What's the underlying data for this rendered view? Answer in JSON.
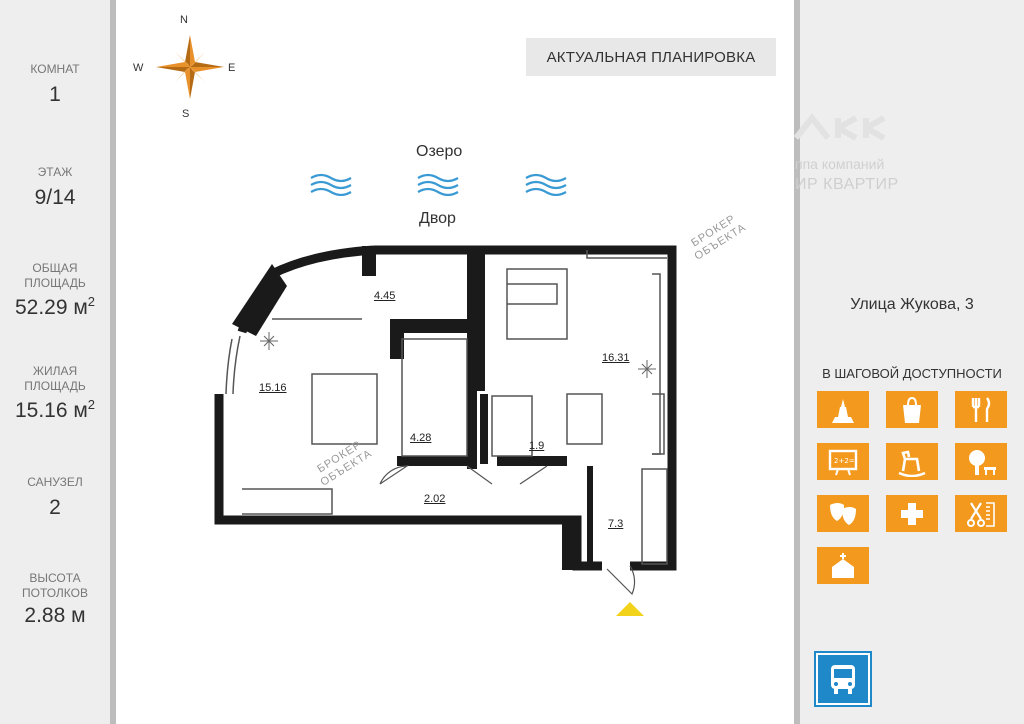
{
  "stats": [
    {
      "label": "КОМНАТ",
      "value": "1"
    },
    {
      "label": "ЭТАЖ",
      "value": "9/14"
    },
    {
      "label_line1": "ОБЩАЯ",
      "label_line2": "ПЛОЩАДЬ",
      "value": "52.29 м",
      "unit_sup": "2"
    },
    {
      "label_line1": "ЖИЛАЯ",
      "label_line2": "ПЛОЩАДЬ",
      "value": "15.16 м",
      "unit_sup": "2"
    },
    {
      "label": "САНУЗЕЛ",
      "value": "2"
    },
    {
      "label_line1": "ВЫСОТА",
      "label_line2": "ПОТОЛКОВ",
      "value": "2.88 м"
    }
  ],
  "plan": {
    "title": "АКТУАЛЬНАЯ ПЛАНИРОВКА",
    "compass": {
      "n": "N",
      "s": "S",
      "e": "E",
      "w": "W"
    },
    "lake_label": "Озеро",
    "yard_label": "Двор",
    "rooms": {
      "balcony": "4.45",
      "bedroom": "15.16",
      "bath_large": "4.28",
      "hall_small": "2.02",
      "bath_small": "1.9",
      "kitchen_living": "16.31",
      "corridor": "7.3"
    },
    "watermark_line1": "БРОКЕР",
    "watermark_line2": "ОБЪЕКТА"
  },
  "right": {
    "brand_line1": "ппа компаний",
    "brand_line2": "ИР КВАРТИР",
    "address": "Улица Жукова, 3",
    "walk_title": "В ШАГОВОЙ ДОСТУПНОСТИ",
    "poi_icons": [
      "monument-icon",
      "shopping-bag-icon",
      "restaurant-icon",
      "school-board-icon",
      "rocking-horse-icon",
      "park-icon",
      "theatre-masks-icon",
      "medical-cross-icon",
      "barber-icon",
      "church-icon"
    ],
    "accent_color": "#f39a1e",
    "bus_color": "#1e88c9"
  }
}
